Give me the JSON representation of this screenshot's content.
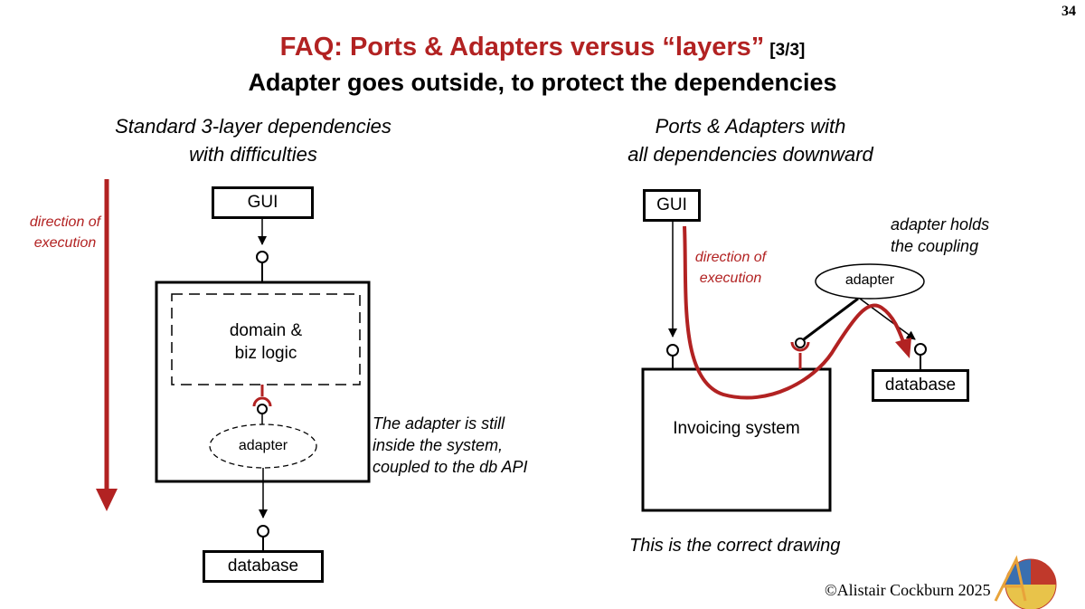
{
  "page_number": "34",
  "title": {
    "main": "FAQ: Ports & Adapters versus “layers”",
    "part": "[3/3]"
  },
  "subtitle": "Adapter goes outside, to protect the dependencies",
  "left": {
    "heading_line1": "Standard 3-layer dependencies",
    "heading_line2": "with difficulties",
    "direction_line1": "direction of",
    "direction_line2": "execution",
    "gui": "GUI",
    "domain_line1": "domain &",
    "domain_line2": "biz logic",
    "adapter": "adapter",
    "database": "database",
    "note_line1": "The adapter is still",
    "note_line2": "inside the system,",
    "note_line3": "coupled to the db API"
  },
  "right": {
    "heading_line1": "Ports & Adapters with",
    "heading_line2": "all dependencies downward",
    "gui": "GUI",
    "direction_line1": "direction of",
    "direction_line2": "execution",
    "adapter": "adapter",
    "adapter_note_line1": "adapter holds",
    "adapter_note_line2": "the coupling",
    "system": "Invoicing system",
    "database": "database",
    "caption": "This is the correct drawing"
  },
  "copyright": "©Alistair Cockburn 2025",
  "colors": {
    "accent_red": "#b22222",
    "text": "#000000",
    "background": "#ffffff",
    "logo_yellow": "#e8c34a",
    "logo_red": "#c0392b",
    "logo_blue": "#3a6fb0"
  }
}
